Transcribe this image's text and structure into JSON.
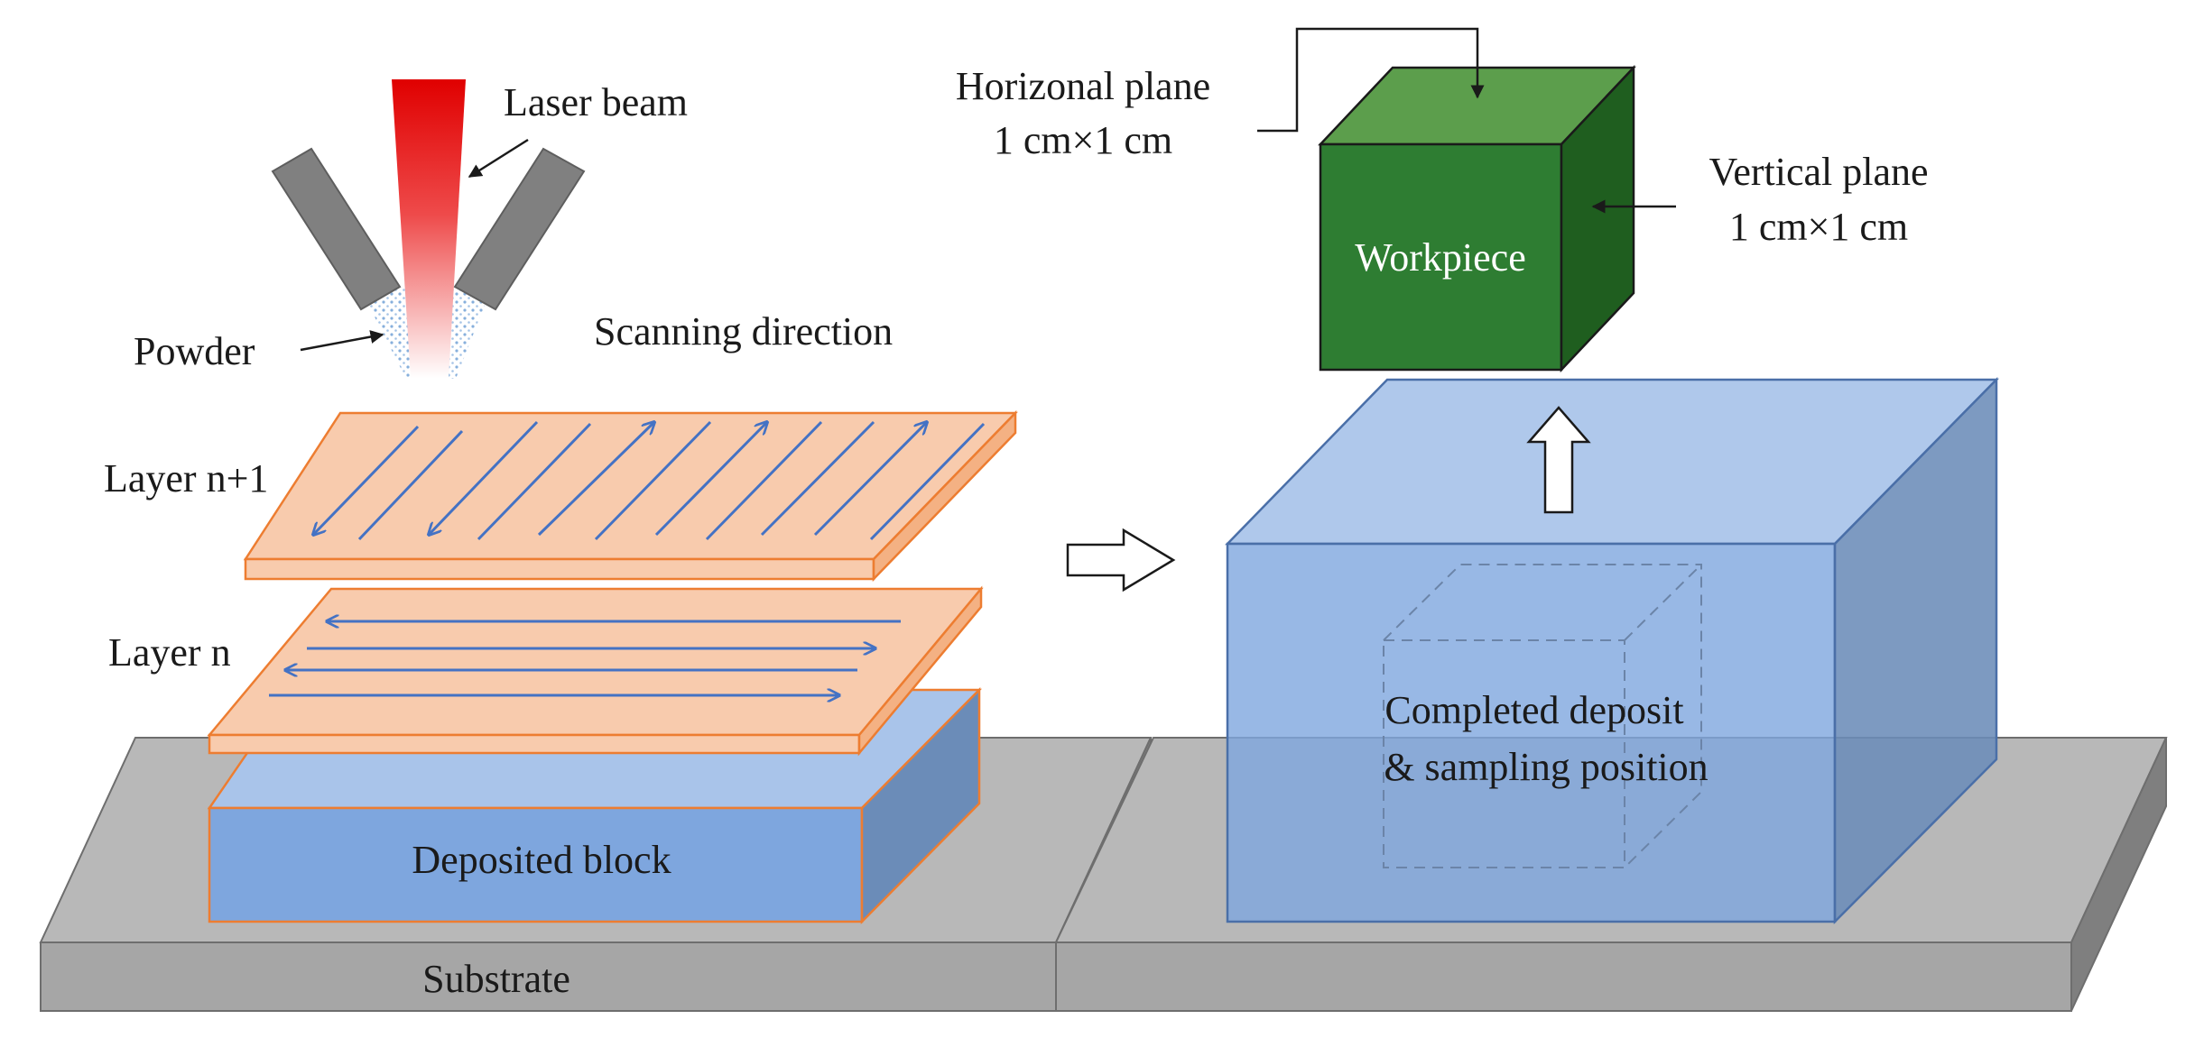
{
  "labels": {
    "laser_beam": "Laser beam",
    "powder": "Powder",
    "scanning_direction": "Scanning direction",
    "layer_n_plus_1": "Layer n+1",
    "layer_n": "Layer n",
    "deposited_block": "Deposited block",
    "substrate": "Substrate",
    "horizontal_plane_line1": "Horizonal plane",
    "horizontal_plane_line2": "1 cm×1 cm",
    "vertical_plane_line1": "Vertical plane",
    "vertical_plane_line2": "1 cm×1 cm",
    "workpiece": "Workpiece",
    "completed_deposit_line1": "Completed deposit",
    "completed_deposit_line2": "& sampling position"
  },
  "colors": {
    "substrate_top": "#b8b8b8",
    "substrate_front": "#a6a6a6",
    "substrate_side": "#7f7f7f",
    "layer_fill": "#f8cbad",
    "layer_edge": "#ed7d31",
    "block_top": "#a9c4ea",
    "block_front": "#7ea6de",
    "block_side": "#6b8cb8",
    "scan_arrow": "#4472c4",
    "laser_red": "#e00000",
    "nozzle": "#808080",
    "workpiece_front": "#2e7d32",
    "workpiece_top": "#5c9e4c",
    "workpiece_side": "#1f5e1f"
  }
}
